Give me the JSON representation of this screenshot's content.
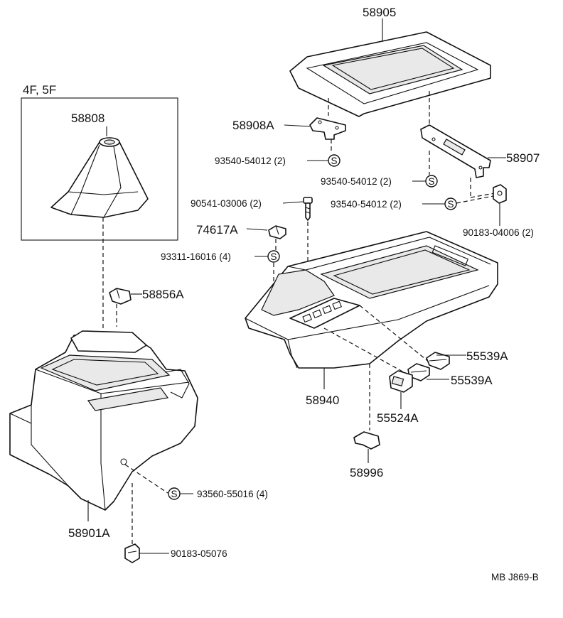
{
  "variant_box_label": "4F, 5F",
  "footer_code": "MB  J869-B",
  "symbol_letter": "S",
  "parts": {
    "armrest": "58905",
    "hinge_bracket": "58908A",
    "screw_a": "93540-54012 (2)",
    "hinge_plate": "58907",
    "screw_b": "93540-54012 (2)",
    "bolt": "90541-03006 (2)",
    "screw_c": "93540-54012 (2)",
    "clip_small": "74617A",
    "nut_clip": "90183-04006 (2)",
    "screw_d": "93311-16016 (4)",
    "shift_boot": "58808",
    "retainer": "58856A",
    "upper_console": "58940",
    "cover_a": "55539A",
    "cover_b": "55539A",
    "switch": "55524A",
    "clip_lower": "58996",
    "screw_e": "93560-55016 (4)",
    "lower_console": "58901A",
    "clip_bottom": "90183-05076"
  }
}
